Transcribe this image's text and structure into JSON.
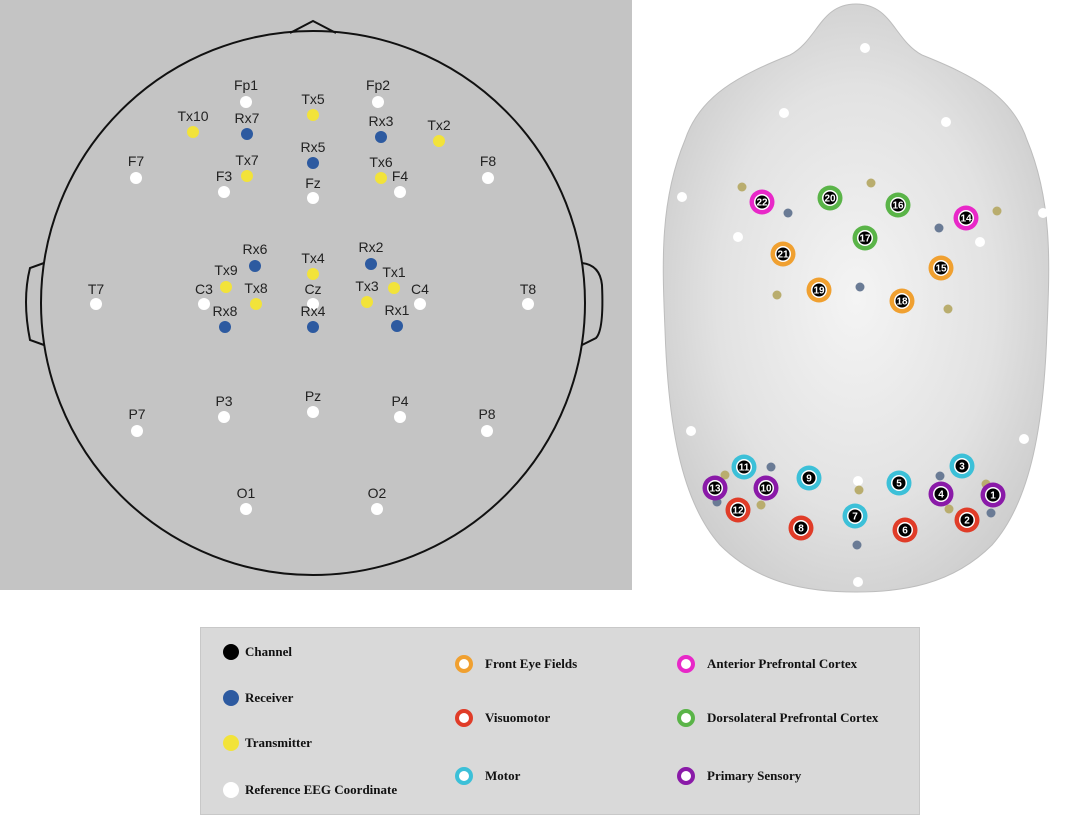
{
  "eeg_labels": [
    "Fp1",
    "Fp2",
    "F7",
    "F3",
    "Fz",
    "F4",
    "F8",
    "T7",
    "C3",
    "Cz",
    "C4",
    "T8",
    "P7",
    "P3",
    "Pz",
    "P4",
    "P8",
    "O1",
    "O2"
  ],
  "receivers": [
    "Rx1",
    "Rx2",
    "Rx3",
    "Rx4",
    "Rx5",
    "Rx6",
    "Rx7",
    "Rx8"
  ],
  "transmitters": [
    "Tx1",
    "Tx2",
    "Tx3",
    "Tx4",
    "Tx5",
    "Tx6",
    "Tx7",
    "Tx8",
    "Tx9",
    "Tx10"
  ],
  "channels": [
    {
      "n": "1",
      "region": "primary_sensory"
    },
    {
      "n": "2",
      "region": "visuomotor"
    },
    {
      "n": "3",
      "region": "motor"
    },
    {
      "n": "4",
      "region": "primary_sensory"
    },
    {
      "n": "5",
      "region": "motor"
    },
    {
      "n": "6",
      "region": "visuomotor"
    },
    {
      "n": "7",
      "region": "motor"
    },
    {
      "n": "8",
      "region": "visuomotor"
    },
    {
      "n": "9",
      "region": "motor"
    },
    {
      "n": "10",
      "region": "primary_sensory"
    },
    {
      "n": "11",
      "region": "motor"
    },
    {
      "n": "12",
      "region": "visuomotor"
    },
    {
      "n": "13",
      "region": "primary_sensory"
    },
    {
      "n": "14",
      "region": "anterior_prefrontal"
    },
    {
      "n": "15",
      "region": "front_eye_fields"
    },
    {
      "n": "16",
      "region": "dorsolateral_prefrontal"
    },
    {
      "n": "17",
      "region": "dorsolateral_prefrontal"
    },
    {
      "n": "18",
      "region": "front_eye_fields"
    },
    {
      "n": "19",
      "region": "front_eye_fields"
    },
    {
      "n": "20",
      "region": "dorsolateral_prefrontal"
    },
    {
      "n": "21",
      "region": "front_eye_fields"
    },
    {
      "n": "22",
      "region": "anterior_prefrontal"
    }
  ],
  "colors": {
    "receiver": "#2d5aa0",
    "transmitter": "#f2e33a",
    "reference": "#ffffff",
    "channel": "#000000",
    "front_eye_fields": "#f0a030",
    "visuomotor": "#e03c28",
    "motor": "#3cc0d8",
    "anterior_prefrontal": "#e828c8",
    "dorsolateral_prefrontal": "#5ab448",
    "primary_sensory": "#8a1aa8",
    "panel_bg": "#c4c4c4",
    "legend_bg": "#d9d9d9"
  },
  "legend": {
    "channel": "Channel",
    "receiver": "Receiver",
    "transmitter": "Transmitter",
    "reference": "Reference EEG Coordinate",
    "front_eye_fields": "Front Eye Fields",
    "visuomotor": "Visuomotor",
    "motor": "Motor",
    "anterior_prefrontal": "Anterior Prefrontal Cortex",
    "dorsolateral_prefrontal": "Dorsolateral Prefrontal Cortex",
    "primary_sensory": "Primary Sensory"
  }
}
